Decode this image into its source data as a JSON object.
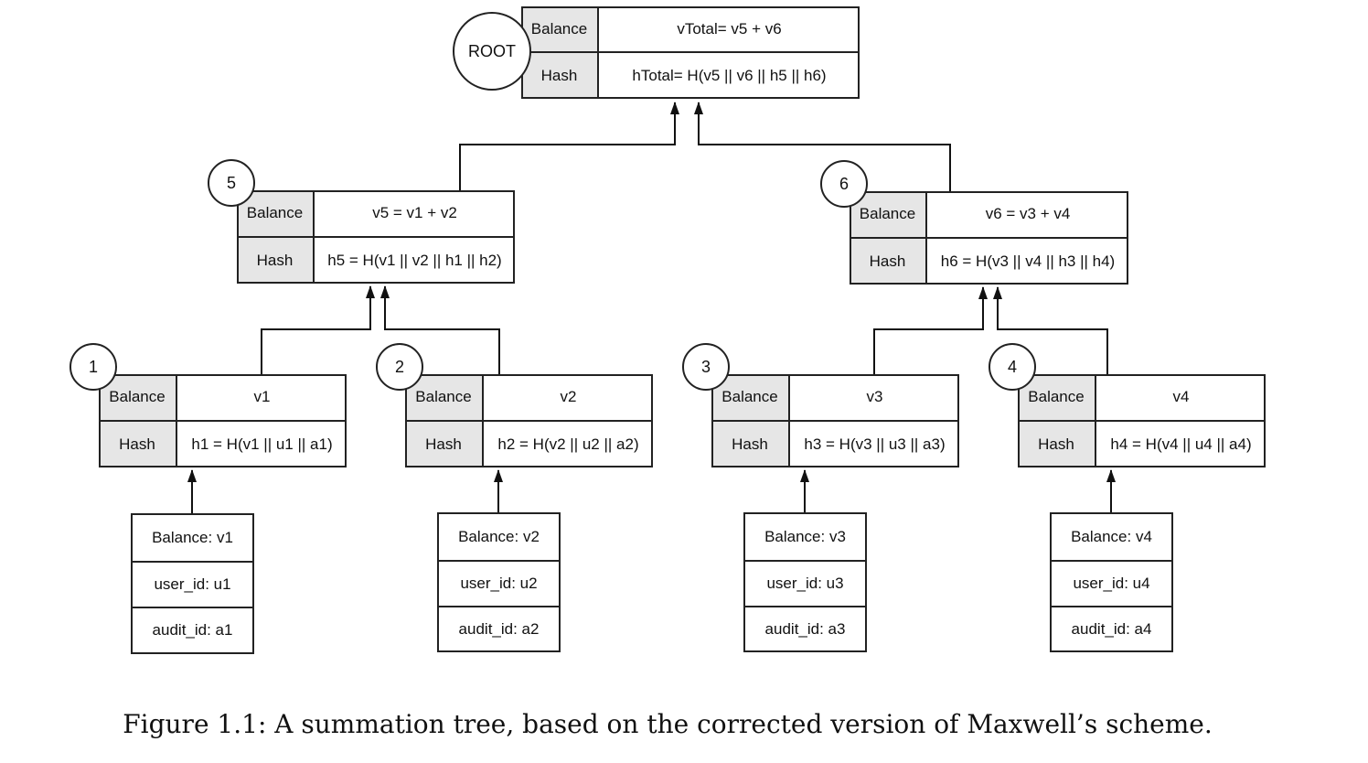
{
  "root": {
    "circle": "ROOT",
    "balance_label": "Balance",
    "balance_value": "vTotal= v5 + v6",
    "hash_label": "Hash",
    "hash_value": "hTotal= H(v5 || v6 || h5 || h6)"
  },
  "node5": {
    "circle": "5",
    "balance_label": "Balance",
    "balance_value": "v5 = v1 + v2",
    "hash_label": "Hash",
    "hash_value": "h5 = H(v1 || v2 || h1 || h2)"
  },
  "node6": {
    "circle": "6",
    "balance_label": "Balance",
    "balance_value": "v6 = v3 + v4",
    "hash_label": "Hash",
    "hash_value": "h6 = H(v3 || v4 || h3 || h4)"
  },
  "node1": {
    "circle": "1",
    "balance_label": "Balance",
    "balance_value": "v1",
    "hash_label": "Hash",
    "hash_value": "h1 = H(v1 || u1 || a1)"
  },
  "node2": {
    "circle": "2",
    "balance_label": "Balance",
    "balance_value": "v2",
    "hash_label": "Hash",
    "hash_value": "h2 = H(v2 || u2 || a2)"
  },
  "node3": {
    "circle": "3",
    "balance_label": "Balance",
    "balance_value": "v3",
    "hash_label": "Hash",
    "hash_value": "h3 = H(v3 || u3 || a3)"
  },
  "node4": {
    "circle": "4",
    "balance_label": "Balance",
    "balance_value": "v4",
    "hash_label": "Hash",
    "hash_value": "h4 = H(v4 || u4 || a4)"
  },
  "leaves": [
    {
      "balance": "Balance: v1",
      "user": "user_id: u1",
      "audit": "audit_id: a1"
    },
    {
      "balance": "Balance: v2",
      "user": "user_id: u2",
      "audit": "audit_id: a2"
    },
    {
      "balance": "Balance: v3",
      "user": "user_id: u3",
      "audit": "audit_id: a3"
    },
    {
      "balance": "Balance: v4",
      "user": "user_id: u4",
      "audit": "audit_id: a4"
    }
  ],
  "caption": "Figure 1.1: A summation tree, based on the corrected version of Maxwell’s scheme."
}
